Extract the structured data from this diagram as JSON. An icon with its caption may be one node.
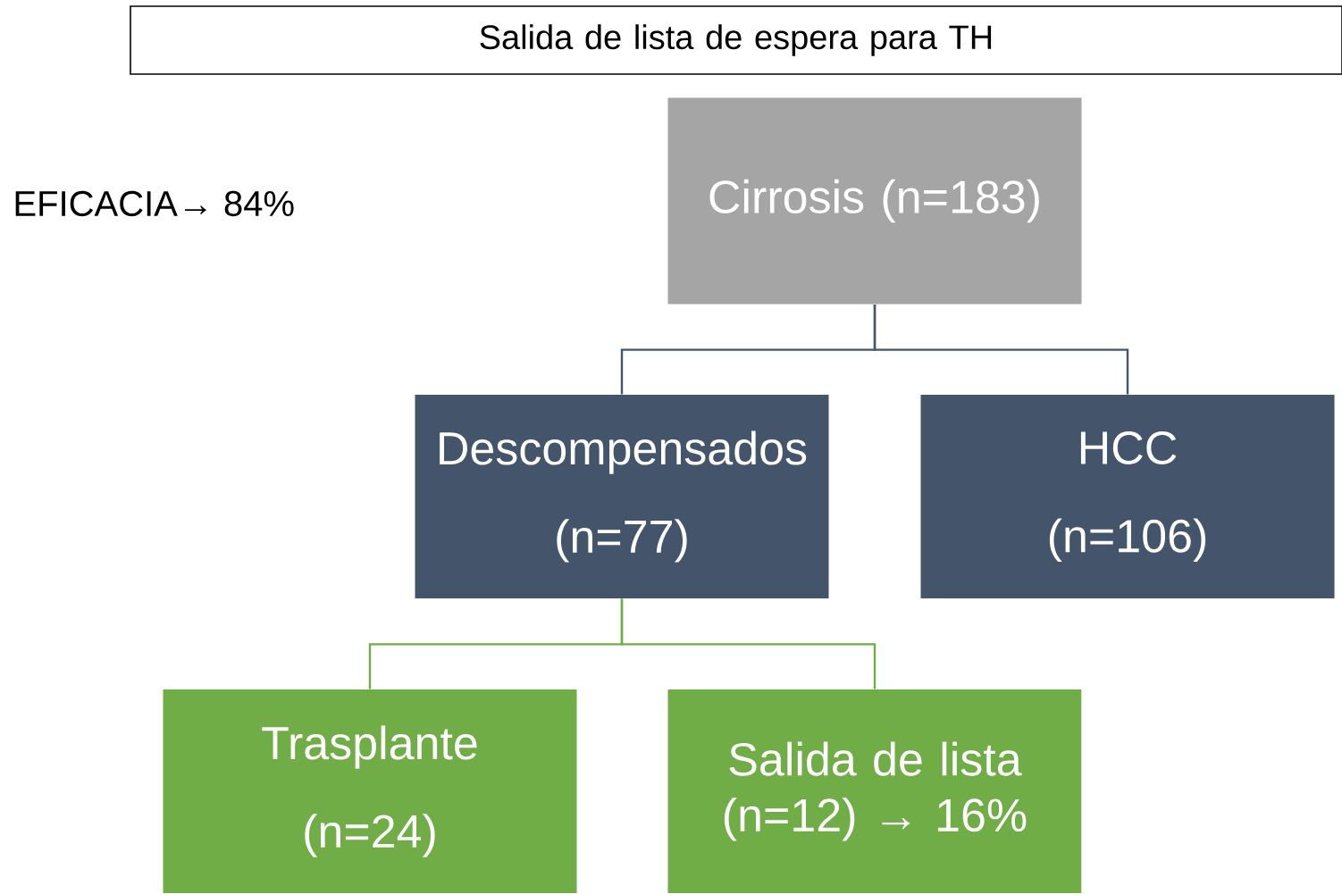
{
  "diagram": {
    "nodes": [
      {
        "text": [
          "Salida de lista de espera para TH"
        ]
      },
      {
        "text": [
          "Cirrosis (n=183)"
        ]
      },
      {
        "text": [
          "Descompensados",
          "(n=77)"
        ]
      },
      {
        "text": [
          "HCC",
          "(n=106)"
        ]
      },
      {
        "text": [
          "Trasplante",
          "(n=24)"
        ]
      },
      {
        "text": [
          "Salida de lista (n=12) → 16%"
        ]
      }
    ],
    "edges": [
      {
        "from": 1,
        "to": 2,
        "arrow": "none",
        "color": "#44546a"
      },
      {
        "from": 1,
        "to": 3,
        "arrow": "none",
        "color": "#44546a"
      },
      {
        "from": 2,
        "to": 4,
        "arrow": "none",
        "color": "#70ad47"
      },
      {
        "from": 2,
        "to": 5,
        "arrow": "none",
        "color": "#70ad47"
      }
    ],
    "labels": [
      "EFICACIA→ 84%"
    ]
  }
}
